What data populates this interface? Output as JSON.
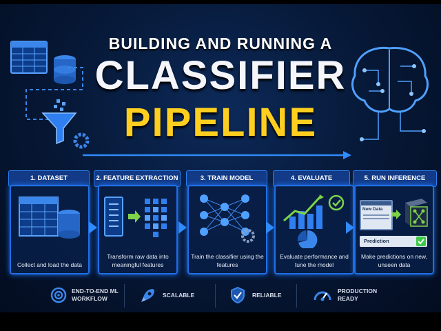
{
  "title": {
    "line1": "BUILDING AND RUNNING A",
    "line2": "CLASSIFIER",
    "line3": "PIPELINE"
  },
  "steps": [
    {
      "label": "1. DATASET",
      "description": "Collect and load the data"
    },
    {
      "label": "2. FEATURE EXTRACTION",
      "description": "Transform raw data into meaningful features"
    },
    {
      "label": "3. TRAIN MODEL",
      "description": "Train the classifier using the features"
    },
    {
      "label": "4. EVALUATE",
      "description": "Evaluate performance and tune the model"
    },
    {
      "label": "5. RUN INFERENCE",
      "description": "Make predictions on new, unseen data"
    }
  ],
  "inference": {
    "new_data": "New Data",
    "prediction": "Prediction"
  },
  "features": [
    {
      "label": "END-TO-END ML WORKFLOW",
      "icon": "target-icon"
    },
    {
      "label": "SCALABLE",
      "icon": "rocket-icon"
    },
    {
      "label": "RELIABLE",
      "icon": "shield-check-icon"
    },
    {
      "label": "PRODUCTION READY",
      "icon": "gauge-icon"
    }
  ],
  "colors": {
    "accent": "#1f6fe6",
    "title_yellow": "#ffcf1f",
    "check_green": "#3ec94a"
  }
}
